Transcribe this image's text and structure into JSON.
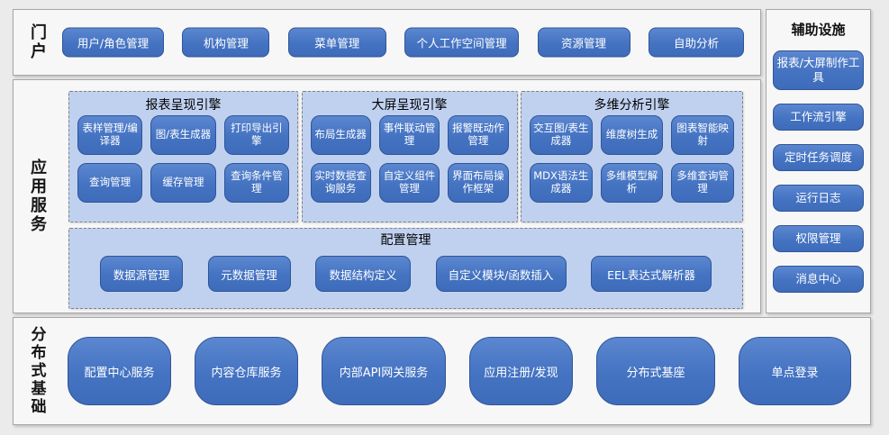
{
  "colors": {
    "button_blue": "#4473C2",
    "button_border": "#2F5597",
    "panel_light_blue": "#C0D1F0",
    "panel_dashed_border": "#808080",
    "section_border": "#A6A6A6",
    "page_background": "#EBEBEC",
    "button_text": "#FFFFFF"
  },
  "portal": {
    "label": "门户",
    "buttons": [
      "用户/角色管理",
      "机构管理",
      "菜单管理",
      "个人工作空间管理",
      "资源管理",
      "自助分析"
    ]
  },
  "app_services": {
    "label": "应用服务",
    "groups": [
      {
        "title": "报表呈现引擎",
        "buttons": [
          "表样管理/编译器",
          "图/表生成器",
          "打印导出引擎",
          "查询管理",
          "缓存管理",
          "查询条件管理"
        ]
      },
      {
        "title": "大屏呈现引擎",
        "buttons": [
          "布局生成器",
          "事件联动管理",
          "报警既动作管理",
          "实时数据查询服务",
          "自定义组件管理",
          "界面布局操作框架"
        ]
      },
      {
        "title": "多维分析引擎",
        "buttons": [
          "交互图/表生成器",
          "维度树生成",
          "图表智能映射",
          "MDX语法生成器",
          "多维模型解析",
          "多维查询管理"
        ]
      }
    ],
    "config": {
      "title": "配置管理",
      "buttons": [
        "数据源管理",
        "元数据管理",
        "数据结构定义",
        "自定义模块/函数插入",
        "EEL表达式解析器"
      ]
    }
  },
  "auxiliary": {
    "title": "辅助设施",
    "buttons": [
      "报表/大屏制作工具",
      "工作流引擎",
      "定时任务调度",
      "运行日志",
      "权限管理",
      "消息中心"
    ]
  },
  "distributed": {
    "label": "分布式基础",
    "buttons": [
      "配置中心服务",
      "内容仓库服务",
      "内部API网关服务",
      "应用注册/发现",
      "分布式基座",
      "单点登录"
    ]
  }
}
